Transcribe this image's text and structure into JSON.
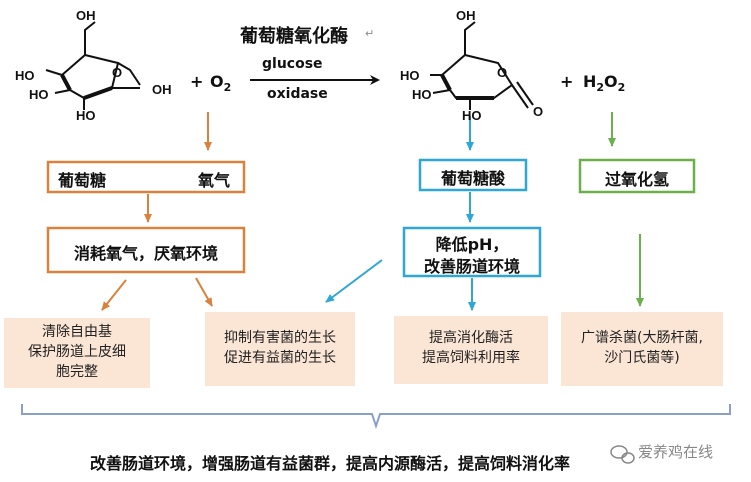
{
  "enzyme_title": "葡萄糖氧化酶",
  "reaction": {
    "arrow_label_top": "glucose",
    "arrow_label_bottom": "oxidase",
    "plus_1": "+",
    "oxygen": "O",
    "oxygen_sub": "2",
    "plus_2": "+",
    "h2o2_h": "H",
    "h2o2_sub1": "2",
    "h2o2_o": "O",
    "h2o2_sub2": "2",
    "glucose_atoms": {
      "oh_top": "OH",
      "ho_left": "HO",
      "ho_left2": "HO",
      "oh_right": "OH",
      "ho_bottom": "HO",
      "ring_o": "O"
    },
    "acid_atoms": {
      "oh_top": "OH",
      "ho_left": "HO",
      "ho_left2": "HO",
      "ho_bottom": "HO",
      "ring_o": "O",
      "carbonyl_o": "O"
    }
  },
  "boxes": {
    "glucose_oxygen_left": "葡萄糖",
    "glucose_oxygen_right": "氧气",
    "consume_oxygen": "消耗氧气，厌氧环境",
    "gluconic_acid": "葡萄糖酸",
    "lower_ph_line1": "降低pH，",
    "lower_ph_line2": "改善肠道环境",
    "hydrogen_peroxide": "过氧化氢"
  },
  "effects": {
    "free_radicals": [
      "清除自由基",
      "保护肠道上皮细",
      "胞完整"
    ],
    "bacteria_growth": [
      "抑制有害菌的生长",
      "促进有益菌的生长"
    ],
    "enzyme_activity": [
      "提高消化酶活",
      "提高饲料利用率"
    ],
    "broad_spectrum": [
      "广谱杀菌(大肠杆菌,",
      "沙门氏菌等)"
    ]
  },
  "summary": "改善肠道环境，增强肠道有益菌群，提高内源酶活，提高饲料消化率",
  "watermark": "爱养鸡在线",
  "colors": {
    "orange": "#d9813f",
    "blue": "#2fa7d6",
    "green": "#6ab04c",
    "peach": "#fbe6d6",
    "brace": "#8aa0c8"
  }
}
